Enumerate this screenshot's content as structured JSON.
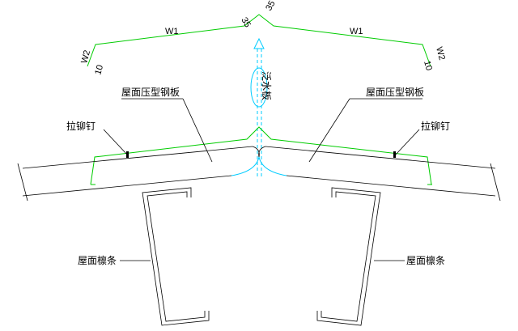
{
  "labels": {
    "flashing_left": "W1",
    "flashing_right": "W1",
    "hem_left": "W2",
    "hem_right": "W2",
    "hem_size_left": "10",
    "hem_size_right": "10",
    "ridge_left": "35",
    "ridge_right": "35",
    "flashing_board": "泛水板",
    "roof_panel_left": "屋面压型钢板",
    "roof_panel_right": "屋面压型钢板",
    "rivet_left": "拉铆钉",
    "rivet_right": "拉铆钉",
    "purlin_left": "屋面檩条",
    "purlin_right": "屋面檩条"
  },
  "colors": {
    "line": "#000000",
    "flashing": "#00cc00",
    "axis": "#00ccff"
  }
}
